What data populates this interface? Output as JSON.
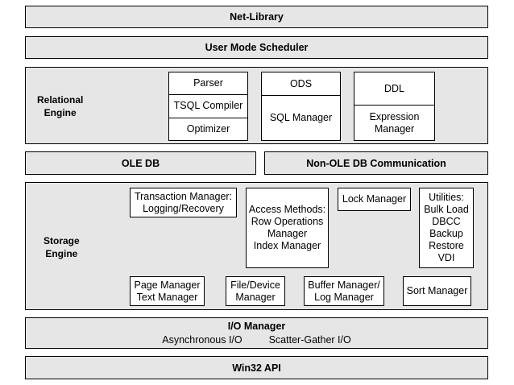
{
  "net_library": {
    "title": "Net-Library"
  },
  "scheduler": {
    "title": "User Mode Scheduler"
  },
  "relational_engine": {
    "label_lines": [
      "Relational",
      "Engine"
    ],
    "parser_stack": [
      "Parser",
      "TSQL Compiler",
      "Optimizer"
    ],
    "sql_stack": [
      "ODS",
      "SQL Manager"
    ],
    "ddl_stack": [
      "DDL",
      [
        "Expression",
        "Manager"
      ]
    ]
  },
  "ole_db": {
    "title": "OLE DB"
  },
  "non_ole_db": {
    "title": "Non-OLE DB Communication"
  },
  "storage_engine": {
    "label_lines": [
      "Storage",
      "Engine"
    ],
    "transaction_manager": [
      "Transaction Manager:",
      "Logging/Recovery"
    ],
    "access_methods": [
      "Access Methods:",
      "Row Operations",
      "Manager",
      "Index Manager"
    ],
    "lock_manager": [
      "Lock Manager"
    ],
    "utilities": [
      "Utilities:",
      "Bulk Load",
      "DBCC",
      "Backup",
      "Restore",
      "VDI"
    ],
    "page_manager": [
      "Page Manager",
      "Text Manager"
    ],
    "file_device": [
      "File/Device",
      "Manager"
    ],
    "buffer_manager": [
      "Buffer Manager/",
      "Log Manager"
    ],
    "sort_manager": [
      "Sort Manager"
    ]
  },
  "io_manager": {
    "title": "I/O Manager",
    "items": [
      "Asynchronous I/O",
      "Scatter-Gather I/O"
    ]
  },
  "win32": {
    "title": "Win32 API"
  }
}
